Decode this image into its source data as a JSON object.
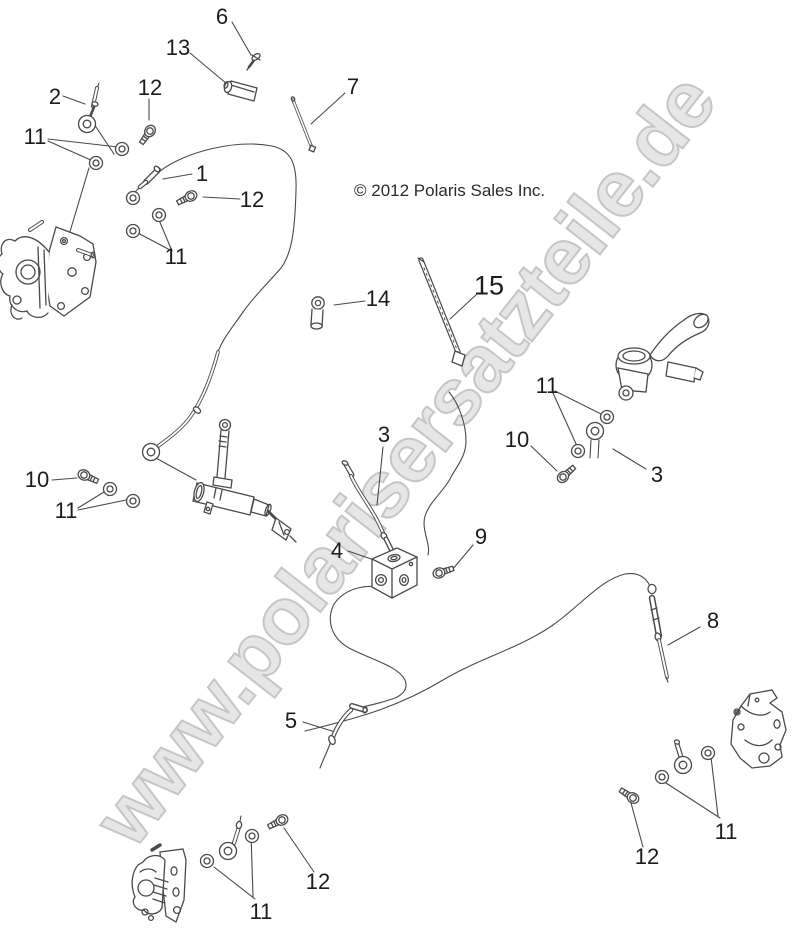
{
  "page": {
    "watermark": "www.polarisersatzteile.de",
    "copyright": "© 2012 Polaris Sales Inc.",
    "callouts": [
      {
        "label": "6"
      },
      {
        "label": "13"
      },
      {
        "label": "2"
      },
      {
        "label": "12"
      },
      {
        "label": "7"
      },
      {
        "label": "11"
      },
      {
        "label": "1"
      },
      {
        "label": "12"
      },
      {
        "label": "11"
      },
      {
        "label": "14"
      },
      {
        "label": "15"
      },
      {
        "label": "11"
      },
      {
        "label": "10"
      },
      {
        "label": "3"
      },
      {
        "label": "3"
      },
      {
        "label": "10"
      },
      {
        "label": "11"
      },
      {
        "label": "4"
      },
      {
        "label": "9"
      },
      {
        "label": "8"
      },
      {
        "label": "5"
      },
      {
        "label": "11"
      },
      {
        "label": "12"
      },
      {
        "label": "12"
      },
      {
        "label": "11"
      }
    ]
  }
}
